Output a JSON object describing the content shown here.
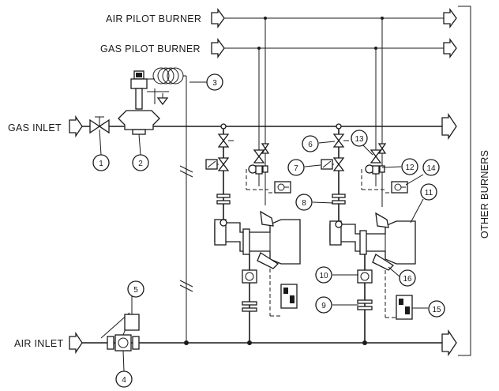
{
  "labels": {
    "air_pilot_burner": "AIR PILOT BURNER",
    "gas_pilot_burner": "GAS PILOT BURNER",
    "gas_inlet": "GAS INLET",
    "air_inlet": "AIR INLET",
    "other_burners": "OTHER BURNERS"
  },
  "callouts": [
    "1",
    "2",
    "3",
    "4",
    "5",
    "6",
    "7",
    "8",
    "9",
    "10",
    "11",
    "12",
    "13",
    "14",
    "15",
    "16"
  ]
}
